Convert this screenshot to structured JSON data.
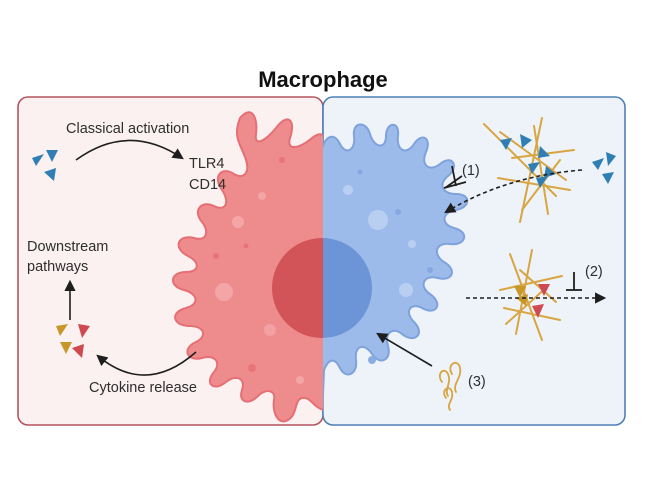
{
  "title": "Macrophage",
  "left_panel": {
    "classical_activation": "Classical activation",
    "receptor_1": "TLR4",
    "receptor_2": "CD14",
    "downstream_line1": "Downstream",
    "downstream_line2": "pathways",
    "cytokine_release": "Cytokine release"
  },
  "right_panel": {
    "marker_1": "(1)",
    "marker_2": "(2)",
    "marker_3": "(3)"
  },
  "colors": {
    "left_border": "#b5545e",
    "left_fill": "#fbf1f1",
    "right_border": "#4f7fb8",
    "right_fill": "#eef3fa",
    "cell_red": "#ee8c8d",
    "cell_blue": "#9dbbea",
    "nucleus_red": "#d25358",
    "nucleus_blue": "#6b95d6",
    "ligand_blue": "#2f7fb5",
    "fiber": "#d8a541",
    "tri_gold": "#c7972a",
    "tri_red": "#cf4a50"
  },
  "icons": [
    "ligand-icon",
    "inhibition-icon",
    "fiber-mesh-icon",
    "cytokine-icon",
    "hair-fiber-icon"
  ]
}
